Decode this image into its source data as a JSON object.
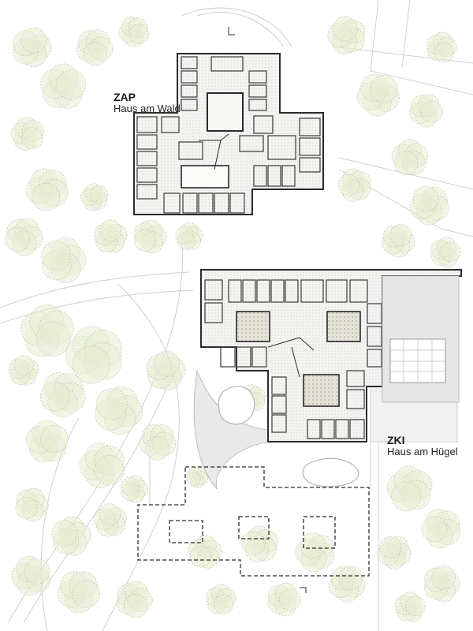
{
  "buildings": [
    {
      "code": "ZAP",
      "name": "Haus am Wald"
    },
    {
      "code": "ZKI",
      "name": "Haus am Hügel"
    }
  ],
  "colors": {
    "tree_fill": "#e8ecd2",
    "tree_stroke": "#b9bfa8",
    "wall": "#2b2b2b",
    "floor": "#f2f2f0",
    "courtyard": "#d8d8cc",
    "path": "#c9c9c9",
    "paving": "#e7e7e7"
  }
}
